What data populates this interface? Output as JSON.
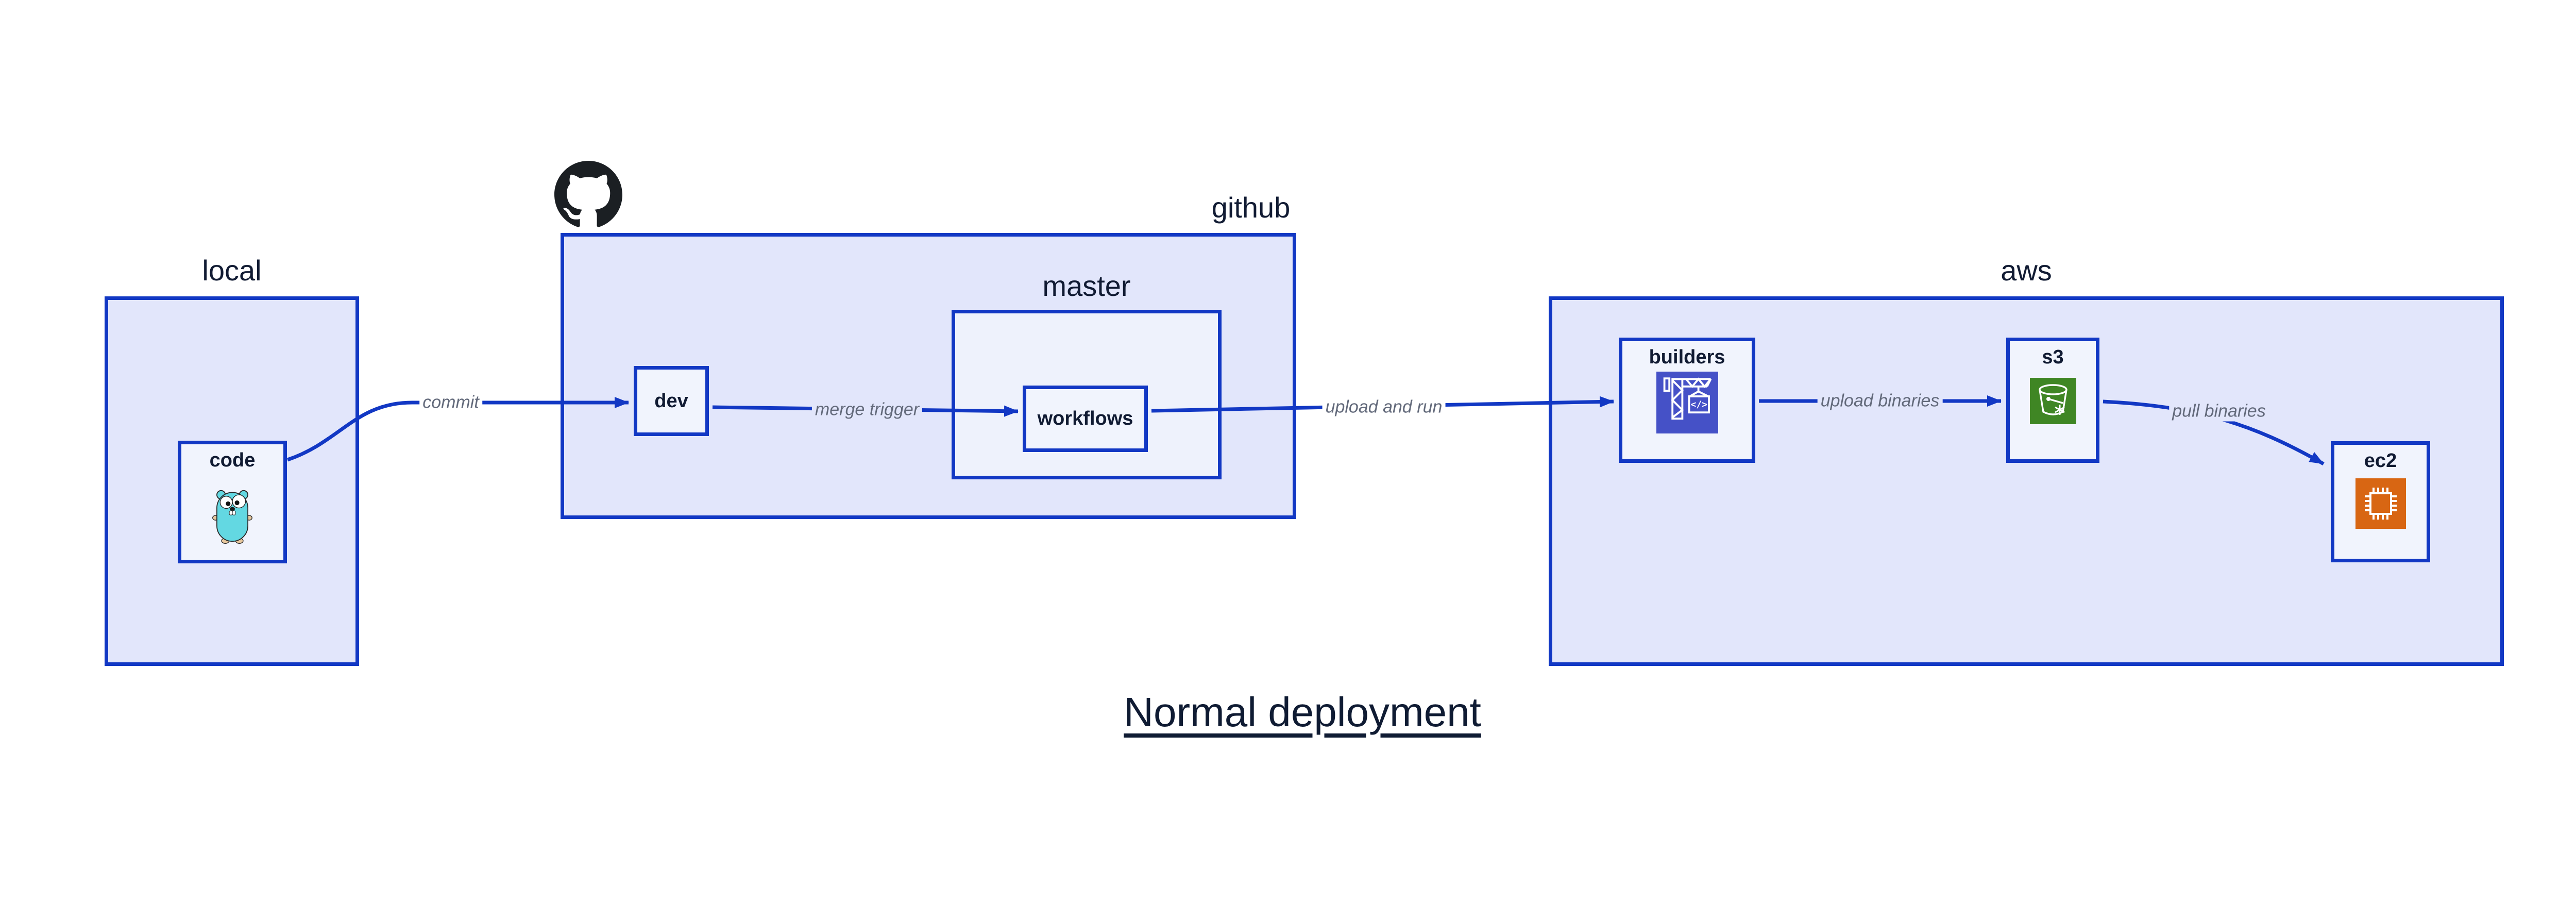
{
  "title": "Normal deployment",
  "colors": {
    "edge_blue": "#1238c4",
    "container_fill": "#e2e6fb",
    "master_fill": "#eef2fc",
    "node_fill": "#f1f4fd",
    "text_navy": "#111b33",
    "edge_label_gray": "#62697a",
    "codebuild_indigo": "#4551c7",
    "s3_green": "#3f8624",
    "ec2_orange": "#d86613",
    "octocat_black": "#1b1f23",
    "gopher_teal": "#63d8e2"
  },
  "containers": {
    "local": {
      "label": "local"
    },
    "github": {
      "label": "github"
    },
    "master": {
      "label": "master"
    },
    "aws": {
      "label": "aws"
    }
  },
  "nodes": {
    "code": {
      "label": "code",
      "icon": "go-gopher-icon"
    },
    "dev": {
      "label": "dev"
    },
    "workflows": {
      "label": "workflows"
    },
    "builders": {
      "label": "builders",
      "icon": "codebuild-icon"
    },
    "s3": {
      "label": "s3",
      "icon": "s3-bucket-icon"
    },
    "ec2": {
      "label": "ec2",
      "icon": "ec2-chip-icon"
    }
  },
  "edges": [
    {
      "from": "code",
      "to": "dev",
      "label": "commit"
    },
    {
      "from": "dev",
      "to": "workflows",
      "label": "merge trigger"
    },
    {
      "from": "workflows",
      "to": "builders",
      "label": "upload and run"
    },
    {
      "from": "builders",
      "to": "s3",
      "label": "upload binaries"
    },
    {
      "from": "s3",
      "to": "ec2",
      "label": "pull binaries"
    }
  ]
}
